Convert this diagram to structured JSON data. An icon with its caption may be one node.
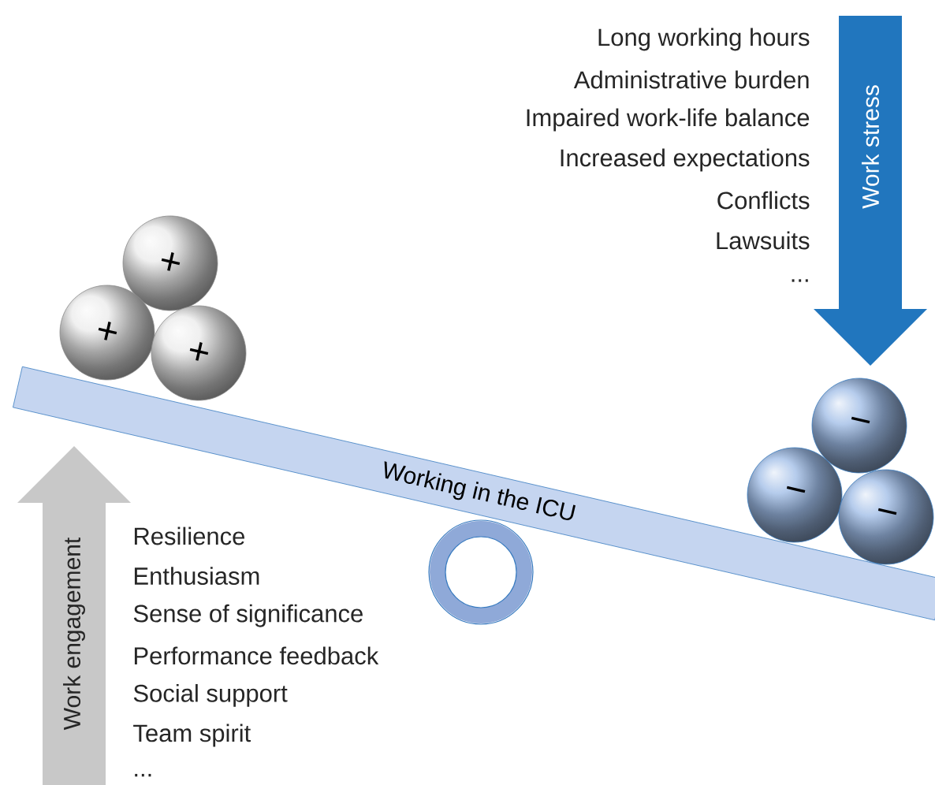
{
  "diagram": {
    "nodes": [
      {
        "text": [
          "Work stress"
        ]
      },
      {
        "text": [
          "+"
        ]
      },
      {
        "text": [
          "+"
        ]
      },
      {
        "text": [
          "+"
        ]
      },
      {
        "text": [
          "Working in the ICU"
        ]
      },
      {
        "text": [
          "−"
        ]
      },
      {
        "text": [
          "−"
        ]
      },
      {
        "text": [
          "−"
        ]
      },
      {
        "text": [],
        "shape": "circle"
      },
      {
        "text": [
          "Work engagement"
        ]
      }
    ],
    "labels": [
      "Long working hours",
      "Administrative burden",
      "Impaired work-life balance",
      "Increased expectations",
      "Conflicts",
      "Lawsuits",
      "...",
      "Resilience",
      "Enthusiasm",
      "Sense of significance",
      "Performance feedback",
      "Social support",
      "Team spirit",
      "..."
    ]
  }
}
